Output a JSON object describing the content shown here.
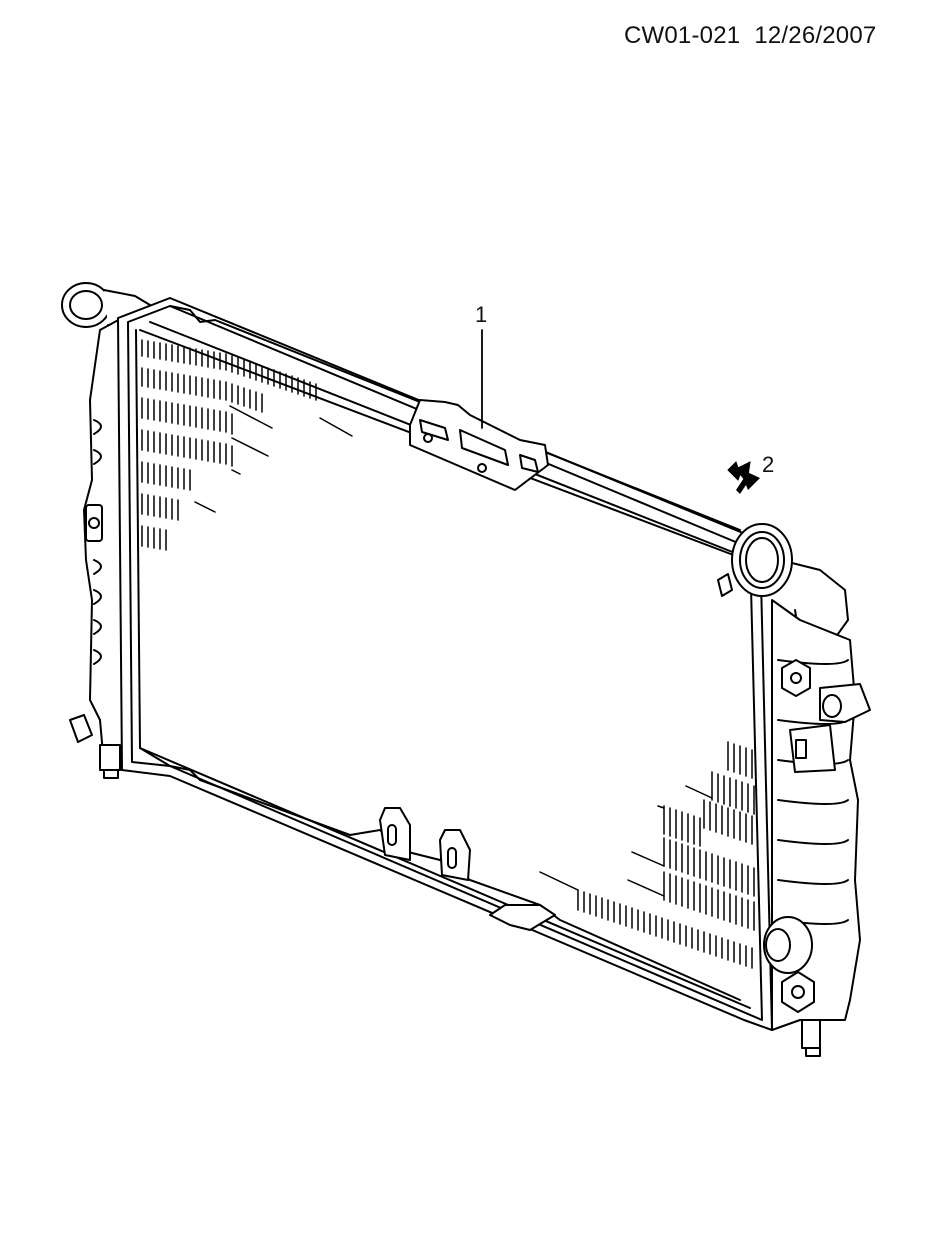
{
  "header": {
    "diagram_code": "CW01-021",
    "date": "12/26/2007"
  },
  "callouts": [
    {
      "id": "1",
      "text": "1"
    },
    {
      "id": "2",
      "text": "2"
    }
  ]
}
